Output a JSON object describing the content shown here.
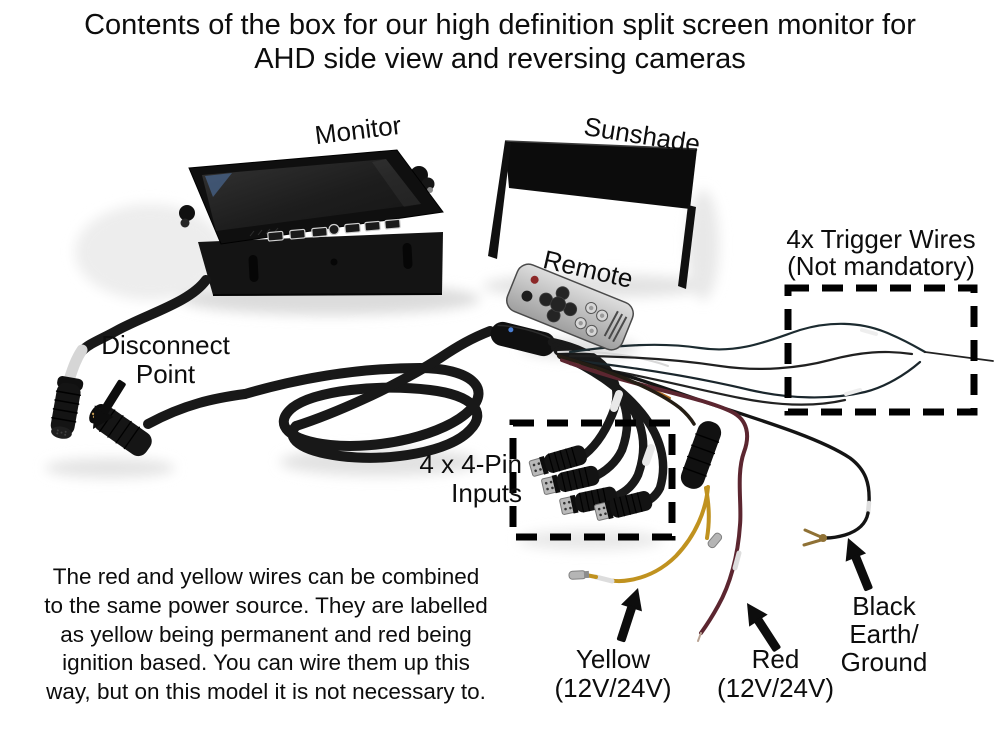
{
  "title_lines": [
    "Contents of the box for our high definition split screen monitor for",
    "AHD side view and reversing cameras"
  ],
  "labels": {
    "monitor": "Monitor",
    "sunshade": "Sunshade",
    "remote": "Remote",
    "disconnect_point": [
      "Disconnect",
      "Point"
    ],
    "trigger_wires": [
      "4x Trigger Wires",
      "(Not mandatory)"
    ],
    "four_pin_inputs": [
      "4 x 4-Pin",
      "Inputs"
    ],
    "yellow_wire": [
      "Yellow",
      "(12V/24V)"
    ],
    "red_wire": [
      "Red",
      "(12V/24V)"
    ],
    "black_wire": [
      "Black",
      "Earth/",
      "Ground"
    ]
  },
  "note_lines": [
    "The red and yellow wires can be combined",
    "to the same power source. They are labelled",
    "as yellow being permanent and red being",
    "ignition based. You can wire them up this",
    "way, but on this model it is not necessary to."
  ],
  "colors": {
    "background": "#ffffff",
    "text": "#0d0d0d",
    "annotation_black": "#0d0d0d",
    "device_black": "#141414",
    "remote_silver": "#c2c2c2",
    "yellow_wire": "#c0921f",
    "red_wire": "#5c2630",
    "white_band": "#d6d6d6"
  }
}
